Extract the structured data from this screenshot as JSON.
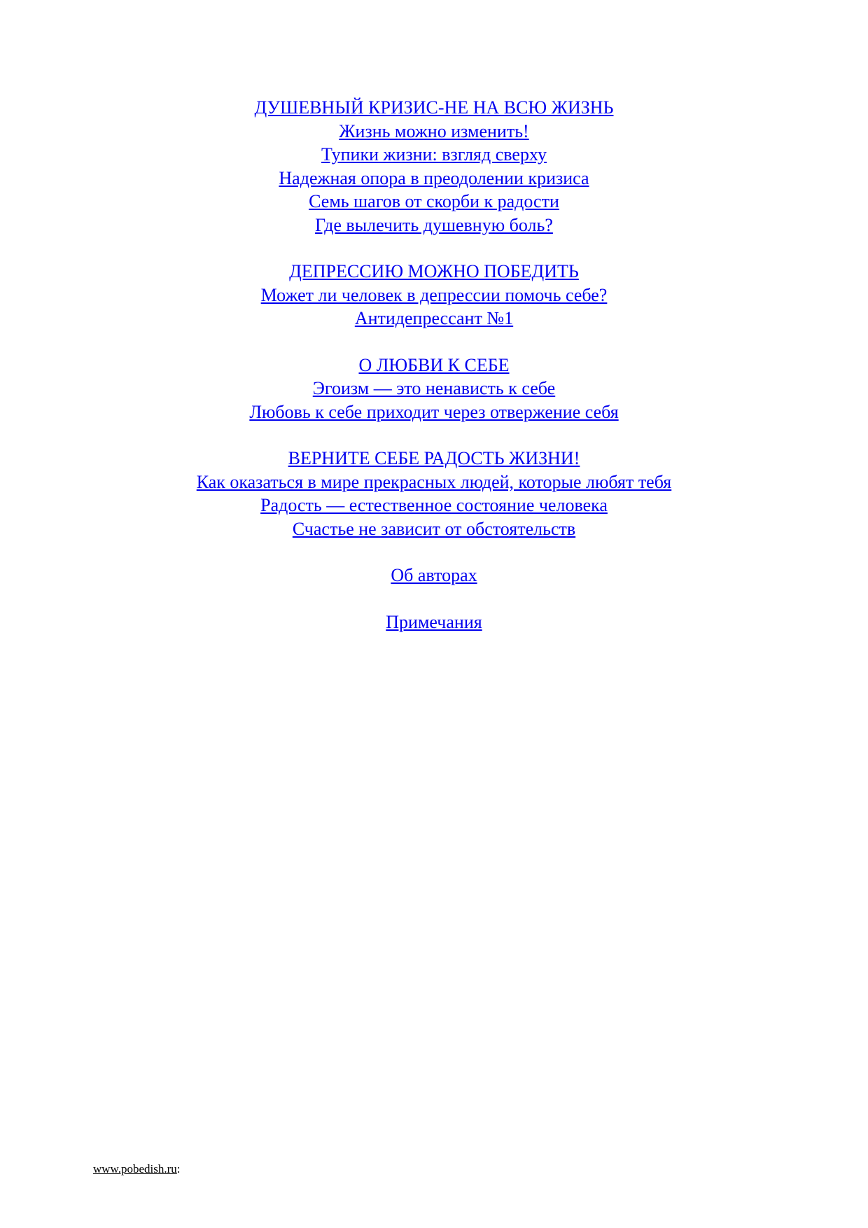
{
  "toc": {
    "sections": [
      {
        "heading": "ДУШЕВНЫЙ КРИЗИС-НЕ НА ВСЮ ЖИЗНЬ",
        "items": [
          "Жизнь можно изменить!",
          "Тупики жизни: взгляд сверху",
          "Надежная опора в преодолении кризиса",
          "Семь шагов от скорби к радости",
          "Где вылечить душевную боль?"
        ]
      },
      {
        "heading": "ДЕПРЕССИЮ МОЖНО ПОБЕДИТЬ",
        "items": [
          "Может ли человек в депрессии помочь себе?",
          "Антидепрессант №1"
        ]
      },
      {
        "heading": "О ЛЮБВИ К СЕБЕ",
        "items": [
          "Эгоизм — это ненависть к себе",
          "Любовь к себе приходит через отвержение себя"
        ]
      },
      {
        "heading": "ВЕРНИТЕ СЕБЕ РАДОСТЬ ЖИЗНИ!",
        "items": [
          "Как оказаться в мире прекрасных людей, которые любят тебя",
          "Радость — естественное состояние человека",
          "Счастье не зависит от обстоятельств"
        ]
      },
      {
        "heading": "Об авторах",
        "items": []
      },
      {
        "heading": "Примечания",
        "items": []
      }
    ]
  },
  "footer": {
    "link": "www.pobedish.ru",
    "suffix": ":"
  },
  "colors": {
    "link": "#0000ee",
    "text": "#000000",
    "background": "#ffffff"
  }
}
